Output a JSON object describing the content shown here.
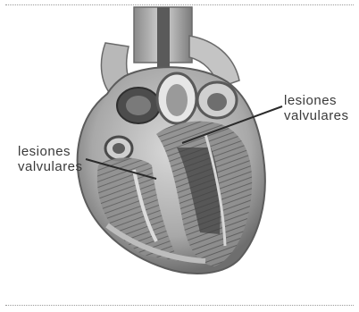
{
  "figure": {
    "labels": {
      "right": {
        "line1": "lesiones",
        "line2": "valvulares"
      },
      "left": {
        "line1": "lesiones",
        "line2": "valvulares"
      }
    },
    "colors": {
      "ink": "#3a3a3a",
      "tissue_light": "#cfcfcf",
      "tissue_mid": "#9c9c9c",
      "tissue_dark": "#4a4a4a",
      "background": "#ffffff"
    }
  }
}
